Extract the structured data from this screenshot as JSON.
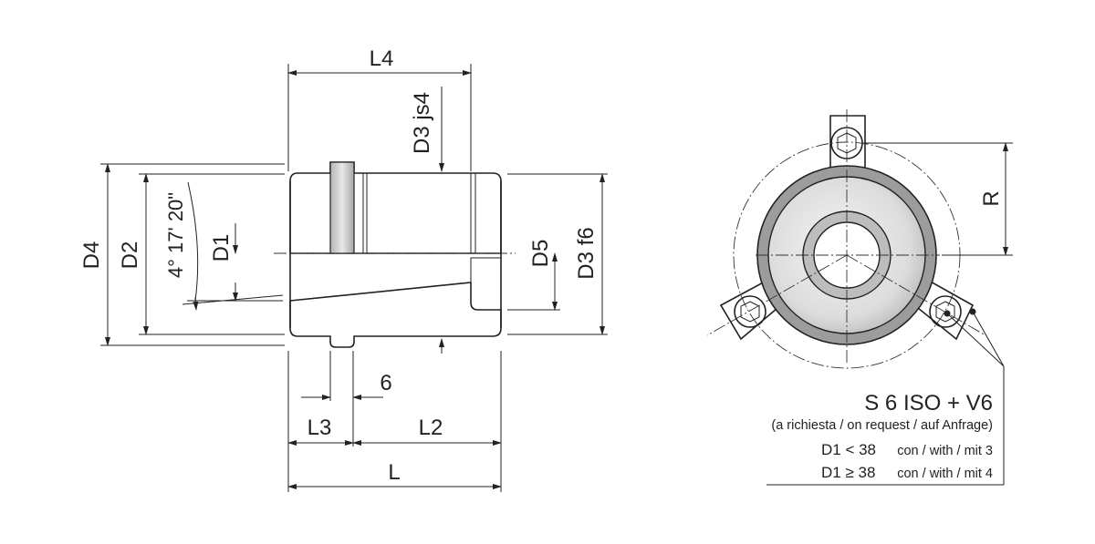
{
  "side_view": {
    "dimensions": {
      "L4": "L4",
      "D3_js4": "D3 js4",
      "D4": "D4",
      "D2": "D2",
      "D1": "D1",
      "angle": "4° 17' 20\"",
      "D5": "D5",
      "D3_f6": "D3 f6",
      "six": "6",
      "L3": "L3",
      "L2": "L2",
      "L": "L"
    }
  },
  "front_view": {
    "radius_label": "R"
  },
  "note": {
    "title": "S 6 ISO + V6",
    "subtitle": "(a richiesta / on request / auf Anfrage)",
    "line1_prefix": "D1 < 38",
    "line1_suffix": "con / with / mit  3",
    "line2_prefix": "D1 ≥ 38",
    "line2_suffix": "con / with / mit  4"
  },
  "colors": {
    "body_light": "#e6e6e6",
    "body_mid": "#bdbdbd",
    "body_dark": "#8a8a8a",
    "ring": "#9c9c9c",
    "line": "#222222"
  }
}
